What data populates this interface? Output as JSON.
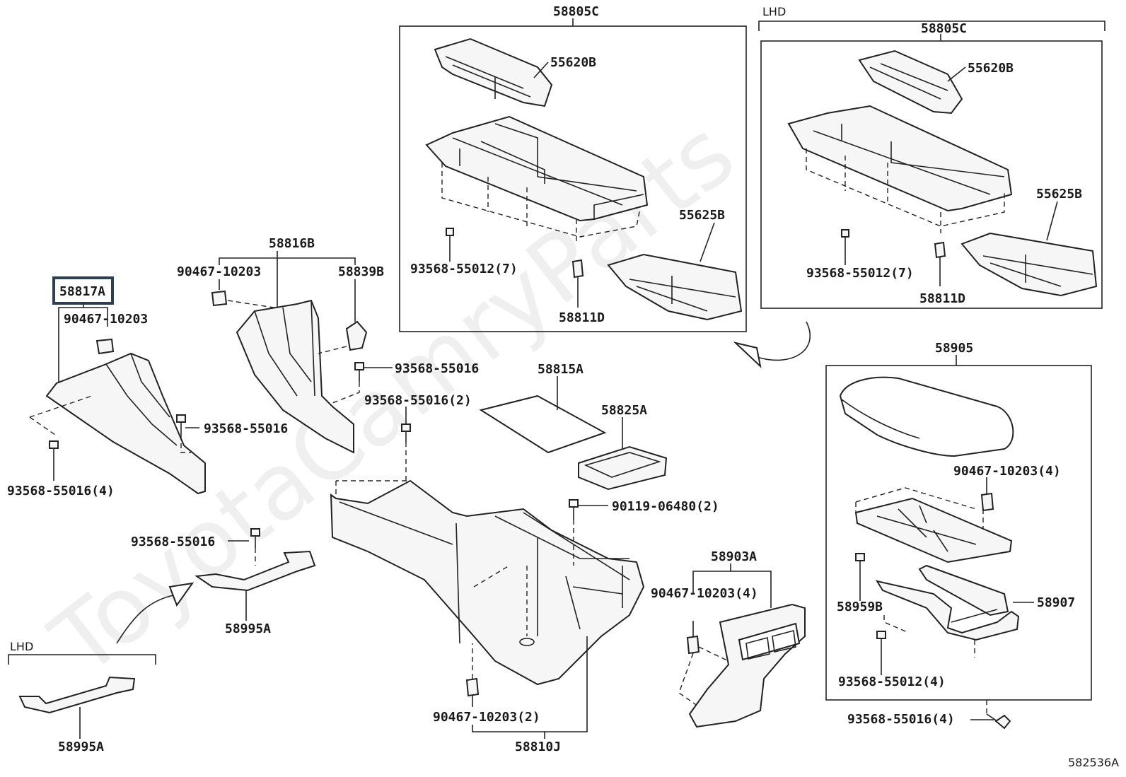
{
  "watermark": "ToyotaCamryParts",
  "diagram_id": "582536A",
  "highlight_color": "#2e3f4f",
  "labels": {
    "l58805c_a": "58805C",
    "l55620b_a": "55620B",
    "l55625b_a": "55625B",
    "l93568_55012_7_a": "93568-55012(7)",
    "l58811d_a": "58811D",
    "lhd_top": "LHD",
    "l58805c_b": "58805C",
    "l55620b_b": "55620B",
    "l55625b_b": "55625B",
    "l93568_55012_7_b": "93568-55012(7)",
    "l58811d_b": "58811D",
    "l58816b": "58816B",
    "l90467_10203_a": "90467-10203",
    "l58839b": "58839B",
    "l58817a": "58817A",
    "l90467_10203_b": "90467-10203",
    "l93568_55016_a": "93568-55016",
    "l93568_55016_b": "93568-55016",
    "l93568_55016_4_a": "93568-55016(4)",
    "l93568_55016_2": "93568-55016(2)",
    "l58815a": "58815A",
    "l58825a": "58825A",
    "l90119_06480_2": "90119-06480(2)",
    "l93568_55016_c": "93568-55016",
    "l58995a_a": "58995A",
    "lhd_bottom": "LHD",
    "l58995a_b": "58995A",
    "l58905": "58905",
    "l90467_10203_4_a": "90467-10203(4)",
    "l58907": "58907",
    "l58959b": "58959B",
    "l93568_55012_4": "93568-55012(4)",
    "l93568_55016_4_b": "93568-55016(4)",
    "l58903a": "58903A",
    "l90467_10203_4_b": "90467-10203(4)",
    "l90467_10203_2": "90467-10203(2)",
    "l58810j": "58810J"
  }
}
